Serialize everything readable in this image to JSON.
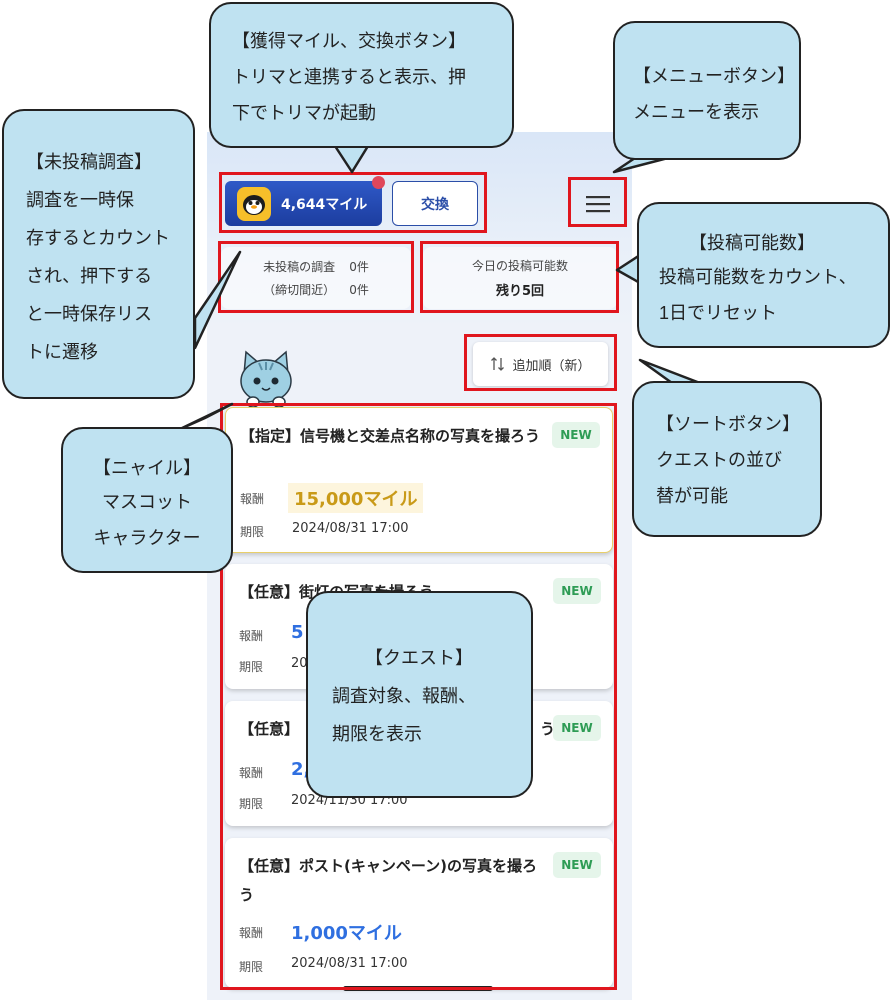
{
  "app": {
    "miles_label": "4,644マイル",
    "exchange_label": "交換",
    "menu_icon": "hamburger-icon",
    "mascot_icon": "cat-mascot-icon",
    "brand_color": "#1f47b3",
    "accent_gold": "#c99a18",
    "accent_blue": "#2f6fe0"
  },
  "stats": {
    "drafts_label": "未投稿の調査",
    "drafts_count": "0件",
    "near_deadline_label": "（締切間近）",
    "near_deadline_count": "0件",
    "quota_label": "今日の投稿可能数",
    "quota_value": "残り5回"
  },
  "sort": {
    "icon": "sort-arrows-icon",
    "label": "追加順（新）"
  },
  "quests": [
    {
      "title": "【指定】信号機と交差点名称の写真を撮ろう",
      "badge": "NEW",
      "reward_label": "報酬",
      "reward": "15,000マイル",
      "deadline_label": "期限",
      "deadline": "2024/08/31 17:00"
    },
    {
      "title": "【任意】街灯の写真を撮ろう",
      "badge": "NEW",
      "reward_label": "報酬",
      "reward": "5",
      "deadline_label": "期限",
      "deadline": "20"
    },
    {
      "title": "【任意】",
      "title_tail": "う",
      "badge": "NEW",
      "reward_label": "報酬",
      "reward": "2,",
      "deadline_label": "期限",
      "deadline": "2024/11/30 17:00"
    },
    {
      "title": "【任意】ポスト(キャンペーン)の写真を撮ろう",
      "badge": "NEW",
      "reward_label": "報酬",
      "reward": "1,000マイル",
      "deadline_label": "期限",
      "deadline": "2024/08/31 17:00"
    }
  ],
  "callouts": {
    "miles": [
      "【獲得マイル、交換ボタン】",
      "トリマと連携すると表示、押",
      "下でトリマが起動"
    ],
    "menu": [
      "【メニューボタン】",
      "メニューを表示"
    ],
    "drafts": [
      "【未投稿調査】",
      "調査を一時保",
      "存するとカウント",
      "され、押下する",
      "と一時保存リス",
      "トに遷移"
    ],
    "quota": [
      "【投稿可能数】",
      "投稿可能数をカウント、",
      "1日でリセット"
    ],
    "sort": [
      "【ソートボタン】",
      "クエストの並び",
      "替が可能"
    ],
    "mascot": [
      "【ニャイル】",
      "マスコット",
      "キャラクター"
    ],
    "quest": [
      "【クエスト】",
      "調査対象、報酬、",
      "期限を表示"
    ]
  }
}
